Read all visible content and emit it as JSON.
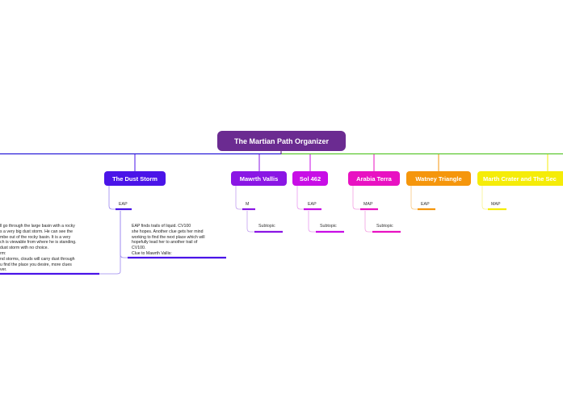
{
  "title": "The Martian Path Organizer",
  "colors": {
    "root": "#6b2b91",
    "dust_storm": "#4a14e8",
    "mawrth_vallis": "#8a16e4",
    "sol_462": "#c80ee6",
    "arabia_terra": "#e812c2",
    "watney_triangle": "#f5960c",
    "marth_crater": "#f5ec08",
    "main_line_left": "#2a1ed8",
    "main_line_right": "#5dc830"
  },
  "branches": {
    "dust_storm": {
      "label": "The Dust Storm",
      "child": "EAP",
      "note_left": "ll go through the large basin with a rocky\ns a very big dust storm. He can see the\nmbe out of the rocky basin. It is a very\nch is viewable from where he is standing.\ndust storm with no choice.\nrm:\nnd storms, clouds will carry dust through\nu find the place you desire, more clues\nver.",
      "note_right": "EAP finds trails of liquid. CV100\nshe hopes. Another clue gets her mind\nworking to find the next place which will\nhopefully lead her to another trail of\nCV100.\nClue to Mawrth Vallis:"
    },
    "mawrth_vallis": {
      "label": "Mawrth Vallis",
      "child": "M",
      "sub": "Subtopic"
    },
    "sol_462": {
      "label": "Sol 462",
      "child": "EAP",
      "sub": "Subtopic"
    },
    "arabia_terra": {
      "label": "Arabia Terra",
      "child": "MAP",
      "sub": "Subtopic"
    },
    "watney_triangle": {
      "label": "Watney Triangle",
      "child": "EAP"
    },
    "marth_crater": {
      "label": "Marth Crater and The Sec",
      "child": "MAP"
    }
  }
}
